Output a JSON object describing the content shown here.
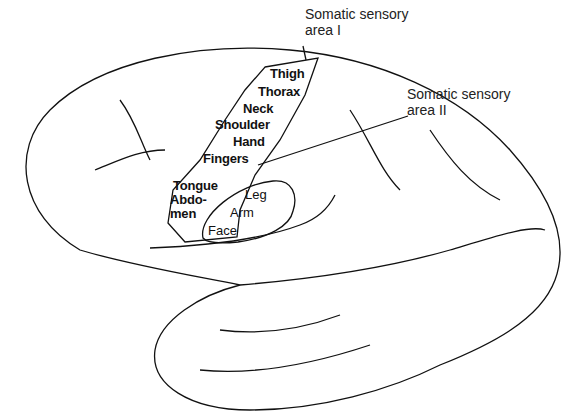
{
  "diagram": {
    "nodes": [
      {
        "text": [
          "Thigh",
          "Thorax",
          "Neck",
          "Shoulder",
          "Hand",
          "Fingers",
          "Tongue",
          "Abdo- men"
        ]
      },
      {
        "text": [
          "Leg",
          "Arm",
          "Face"
        ]
      }
    ],
    "labels": [
      "Somatic sensory area I",
      "Somatic sensory area II"
    ]
  }
}
